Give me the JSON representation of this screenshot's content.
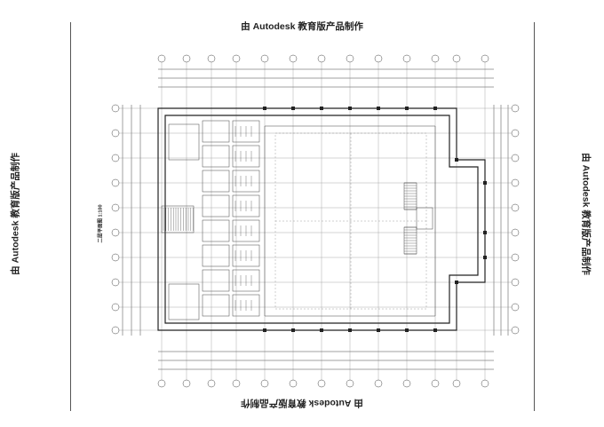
{
  "watermark": {
    "text": "由 Autodesk 教育版产品制作"
  },
  "drawing": {
    "title": "二层平面图",
    "scale": "1:100",
    "notes": [
      "",
      ""
    ]
  },
  "colors": {
    "line": "#444444",
    "wall": "#222222",
    "background": "#ffffff"
  }
}
